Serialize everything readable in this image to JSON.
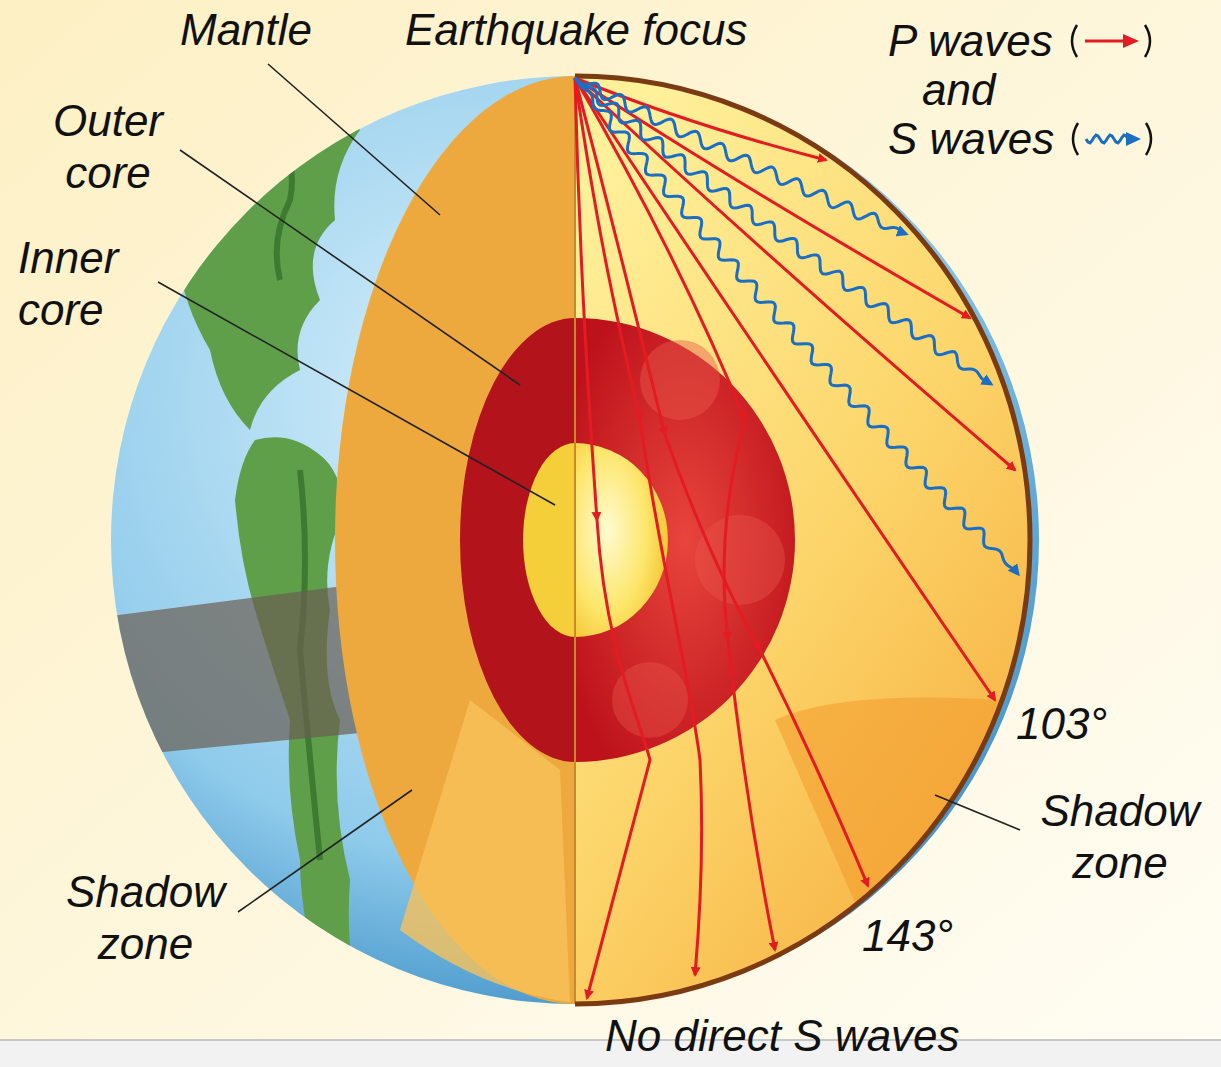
{
  "diagram": {
    "labels": [
      "Mantle",
      "Earthquake focus",
      "and",
      "Outer core",
      "Inner core",
      "103°",
      "143°",
      "Shadow zone",
      "Shadow zone",
      "No direct S waves"
    ],
    "legend": [
      {
        "text": "P waves"
      },
      {
        "text": "S waves"
      }
    ]
  }
}
